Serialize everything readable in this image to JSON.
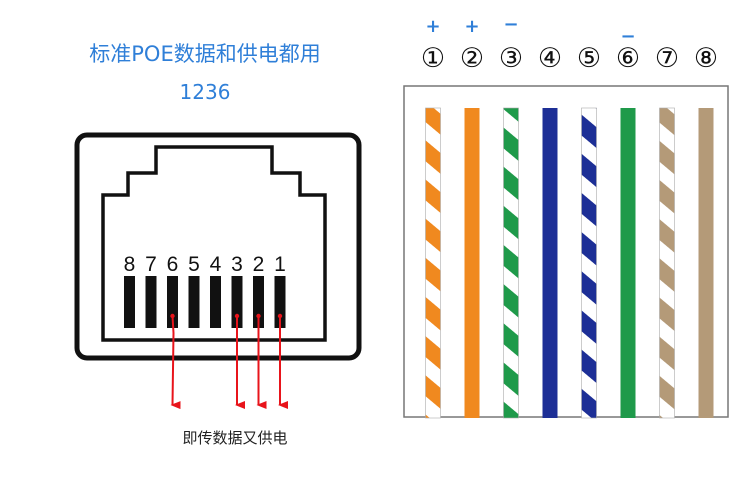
{
  "title": "标准POE数据和供电都用",
  "subtitle": "1236",
  "bottom_label": "即传数据又供电",
  "jack_pin_labels": [
    "8",
    "7",
    "6",
    "5",
    "4",
    "3",
    "2",
    "1"
  ],
  "arrows_on_pins": [
    "6",
    "3",
    "2",
    "1"
  ],
  "polarity": [
    {
      "pin": "1",
      "sign": "+"
    },
    {
      "pin": "2",
      "sign": "+"
    },
    {
      "pin": "3",
      "sign": "−"
    },
    {
      "pin": "6",
      "sign": "−"
    }
  ],
  "pin_numbers": [
    "①",
    "②",
    "③",
    "④",
    "⑤",
    "⑥",
    "⑦",
    "⑧"
  ],
  "wires": [
    {
      "pin": 1,
      "color": "#f0891f",
      "striped": true
    },
    {
      "pin": 2,
      "color": "#f0891f",
      "striped": false
    },
    {
      "pin": 3,
      "color": "#1f9a4a",
      "striped": true
    },
    {
      "pin": 4,
      "color": "#1d2f96",
      "striped": false
    },
    {
      "pin": 5,
      "color": "#1d2f96",
      "striped": true
    },
    {
      "pin": 6,
      "color": "#1f9a4a",
      "striped": false
    },
    {
      "pin": 7,
      "color": "#b49a78",
      "striped": true
    },
    {
      "pin": 8,
      "color": "#b49a78",
      "striped": false
    }
  ],
  "colors": {
    "title": "#2f7fd8",
    "arrow": "#e8141b"
  }
}
